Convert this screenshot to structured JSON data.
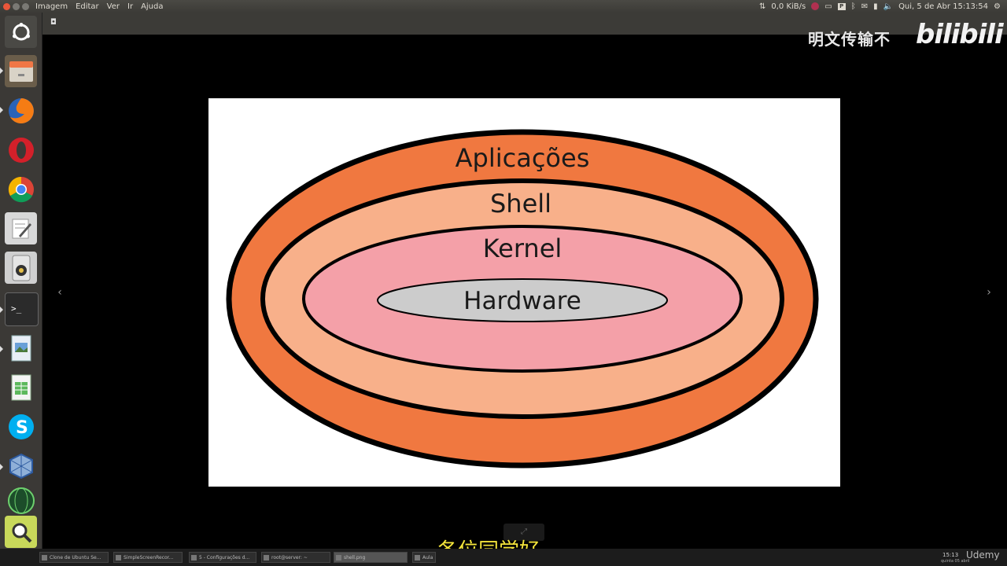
{
  "top_panel": {
    "menu": [
      "Imagem",
      "Editar",
      "Ver",
      "Ir",
      "Ajuda"
    ],
    "network_speed": "0,0 KiB/s",
    "clock": "Qui, 5 de Abr 15:13:54"
  },
  "watermark": {
    "text": "明文传输不",
    "logo": "bilibili"
  },
  "diagram": {
    "layers": [
      "Aplicações",
      "Shell",
      "Kernel",
      "Hardware"
    ],
    "colors": {
      "applications": "#f07840",
      "shell": "#f8b08a",
      "kernel": "#f4a0a8",
      "hardware": "#cccccc",
      "outline": "#000000"
    }
  },
  "subtitle": "各位同学好。",
  "taskbar": {
    "tasks": [
      "Clone de Ubuntu Se...",
      "SimpleScreenRecor...",
      "5 - Configurações d...",
      "root@server: ~",
      "shell.png",
      "Aula"
    ],
    "time": "15:13",
    "date": "quinta 05 abril",
    "brand": "Udemy"
  }
}
